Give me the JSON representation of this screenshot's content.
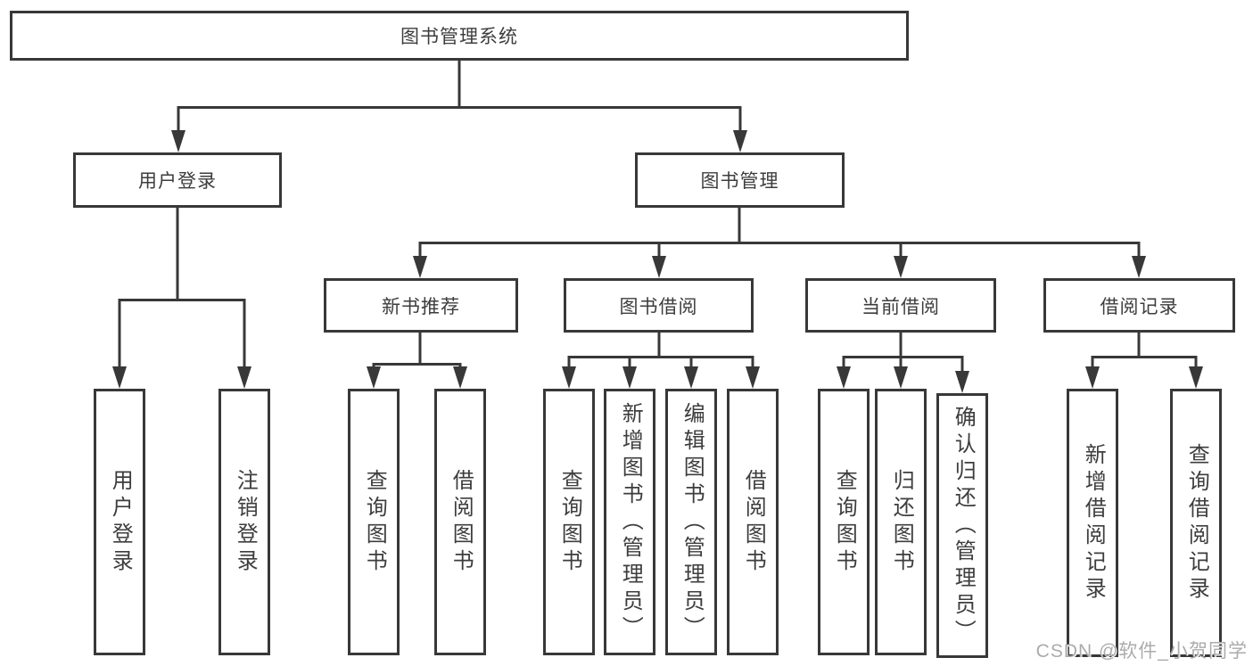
{
  "diagram": {
    "root": {
      "label": "图书管理系统"
    },
    "level2": [
      {
        "label": "用户登录"
      },
      {
        "label": "图书管理"
      }
    ],
    "level3": [
      {
        "label": "新书推荐"
      },
      {
        "label": "图书借阅"
      },
      {
        "label": "当前借阅"
      },
      {
        "label": "借阅记录"
      }
    ],
    "leaves": [
      {
        "label": "用户登录",
        "parent": "用户登录"
      },
      {
        "label": "注销登录",
        "parent": "用户登录"
      },
      {
        "label": "查询图书",
        "parent": "新书推荐"
      },
      {
        "label": "借阅图书",
        "parent": "新书推荐"
      },
      {
        "label": "查询图书",
        "parent": "图书借阅"
      },
      {
        "label": "新增图书（管理员）",
        "parent": "图书借阅"
      },
      {
        "label": "编辑图书（管理员）",
        "parent": "图书借阅"
      },
      {
        "label": "借阅图书",
        "parent": "图书借阅"
      },
      {
        "label": "查询图书",
        "parent": "当前借阅"
      },
      {
        "label": "归还图书",
        "parent": "当前借阅"
      },
      {
        "label": "确认归还（管理员）",
        "parent": "当前借阅"
      },
      {
        "label": "新增借阅记录",
        "parent": "借阅记录"
      },
      {
        "label": "查询借阅记录",
        "parent": "借阅记录"
      }
    ]
  },
  "watermark": {
    "text": "CSDN @软件_小贺同学"
  },
  "colors": {
    "line": "#383838",
    "text": "#3d3d3d",
    "background": "#ffffff",
    "watermark": "#ababab"
  }
}
